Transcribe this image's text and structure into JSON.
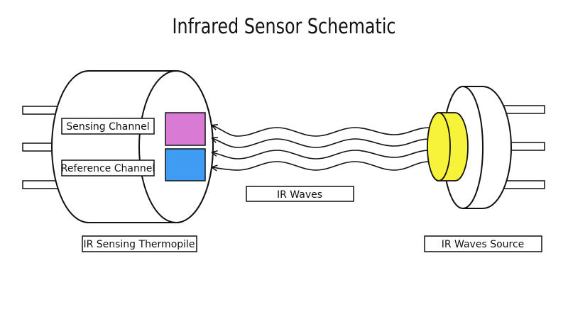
{
  "title": "Infrared Sensor Schematic",
  "colors": {
    "sensing_channel": "#d97ad5",
    "reference_channel": "#3f9cf2",
    "source_lens": "#f7f23a"
  },
  "labels": {
    "sensing_channel": "Sensing Channel",
    "reference_channel": "Reference Channel",
    "ir_waves": "IR Waves",
    "thermopile": "IR Sensing Thermopile",
    "source": "IR Waves Source"
  }
}
